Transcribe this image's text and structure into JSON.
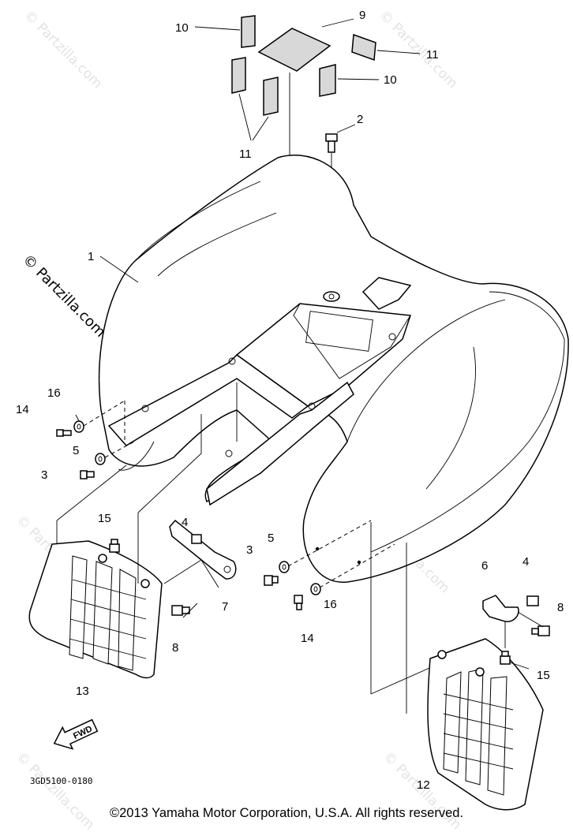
{
  "watermark": "© Partzilla.com",
  "diagram_code": "3GD5100-0180",
  "fwd_label": "FWD",
  "callouts": {
    "c1": "1",
    "c2": "2",
    "c3a": "3",
    "c3b": "3",
    "c4a": "4",
    "c4b": "4",
    "c5a": "5",
    "c5b": "5",
    "c6": "6",
    "c7": "7",
    "c8a": "8",
    "c8b": "8",
    "c9": "9",
    "c10a": "10",
    "c10b": "10",
    "c11a": "11",
    "c11b": "11",
    "c12": "12",
    "c13": "13",
    "c14a": "14",
    "c14b": "14",
    "c15a": "15",
    "c15b": "15",
    "c16a": "16",
    "c16b": "16"
  },
  "copyright": "©2013 Yamaha Motor Corporation, U.S.A. All rights reserved."
}
